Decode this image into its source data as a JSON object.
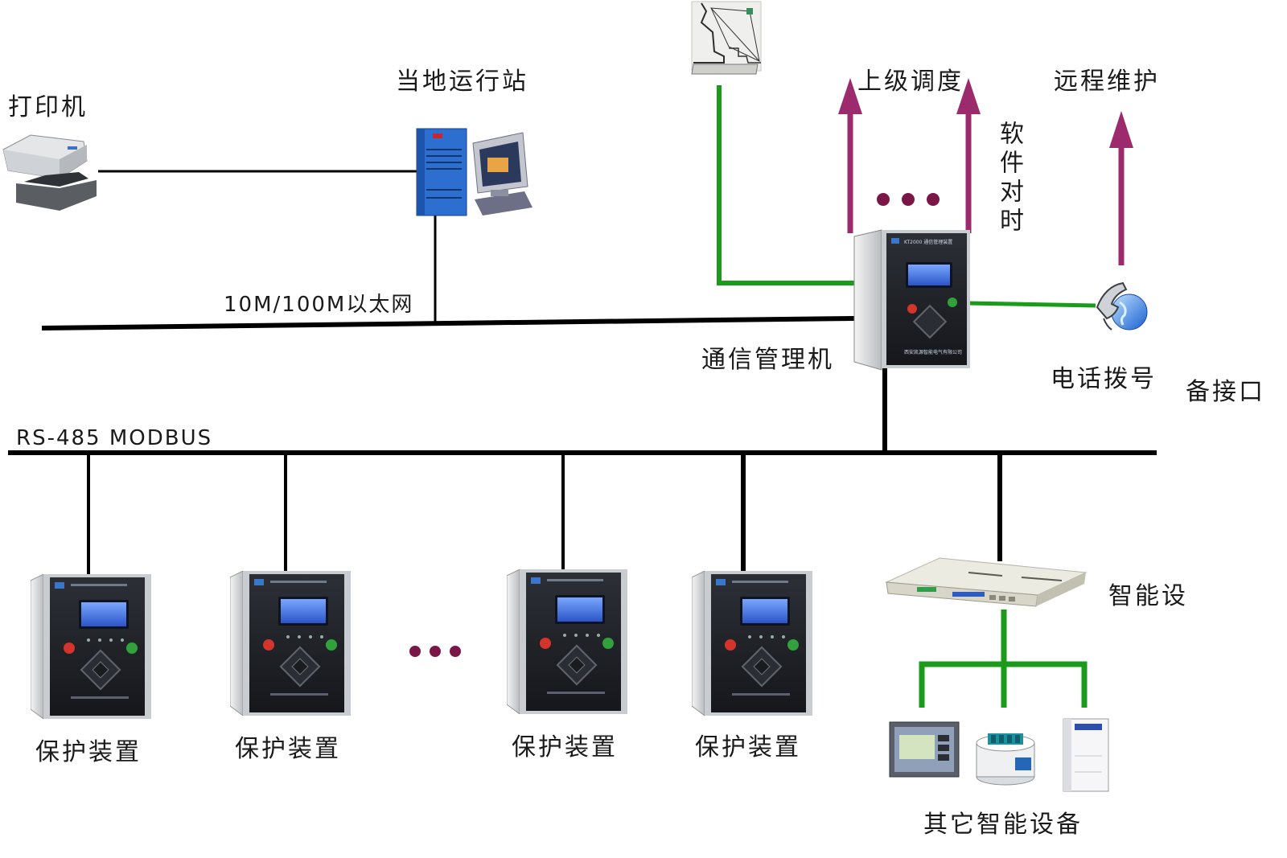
{
  "labels": {
    "printer": "打印机",
    "local_station": "当地运行站",
    "ethernet": "10M/100M以太网",
    "comm_manager": "通信管理机",
    "upper_dispatch": "上级调度",
    "remote_maintenance": "远程维护",
    "software_timing": "软件对时",
    "phone_dial": "电话拨号",
    "backup_interface": "备接口",
    "rs485": "RS-485 MODBUS",
    "smart_device": "智能设",
    "other_smart_devices": "其它智能设备"
  },
  "protection_devices": [
    {
      "label": "保护装置"
    },
    {
      "label": "保护装置"
    },
    {
      "label": "保护装置"
    },
    {
      "label": "保护装置"
    }
  ],
  "colors": {
    "bus": "#000000",
    "green_link": "#1b9a1b",
    "arrow": "#9b2b6c",
    "dots": "#7b1747"
  },
  "icons": {
    "printer": "printer-icon",
    "pc": "pc-workstation-icon",
    "gps": "gps-receiver-icon",
    "phone": "phone-globe-icon",
    "comm_unit": "comm-manager-unit",
    "switch": "network-switch-icon",
    "meter": "panel-meter-icon",
    "sensor": "sensor-module-icon",
    "ups": "ups-cabinet-icon"
  }
}
